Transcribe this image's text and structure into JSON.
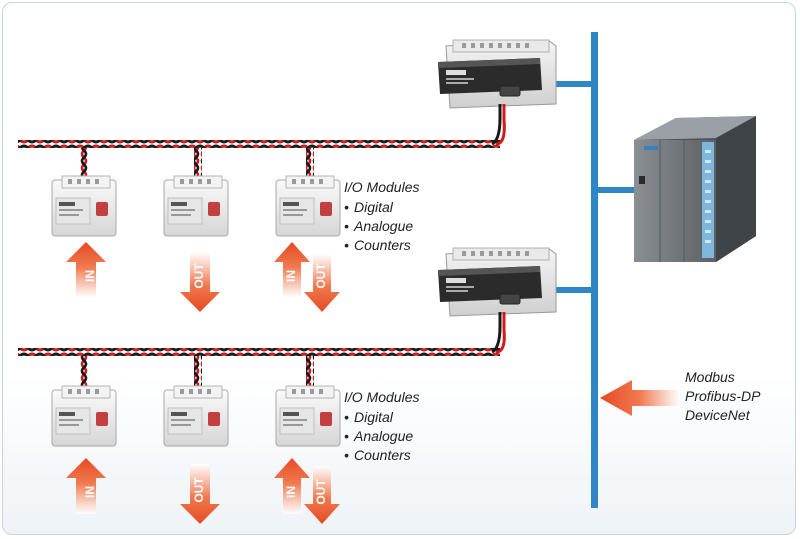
{
  "diagram": {
    "groups": [
      {
        "io_title": "I/O Modules",
        "io_items": [
          "Digital",
          "Analogue",
          "Counters"
        ],
        "arrows": [
          "IN",
          "OUT",
          "IN",
          "OUT"
        ]
      },
      {
        "io_title": "I/O Modules",
        "io_items": [
          "Digital",
          "Analogue",
          "Counters"
        ],
        "arrows": [
          "IN",
          "OUT",
          "IN",
          "OUT"
        ]
      }
    ],
    "protocols": [
      "Modbus",
      "Profibus-DP",
      "DeviceNet"
    ],
    "bullet": "•",
    "colors": {
      "bus": "#2f86c6",
      "wire_red": "#d11b1b",
      "wire_black": "#1a1a1a",
      "arrow": "#e8522a",
      "module_body": "#eeeeee",
      "gateway_face": "#2b2b2b",
      "plc": "#6f7479",
      "plc_accent": "#7fb6dc"
    },
    "icons": [
      "io-module-icon",
      "gateway-icon",
      "plc-icon",
      "in-arrow-icon",
      "out-arrow-icon"
    ]
  }
}
